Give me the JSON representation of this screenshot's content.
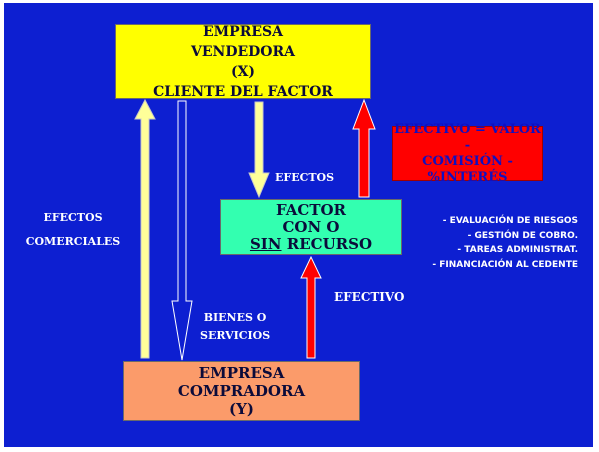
{
  "vendor": {
    "lines": [
      "EMPRESA",
      "VENDEDORA",
      "(X)",
      "CLIENTE DEL FACTOR"
    ]
  },
  "factor": {
    "line1": "FACTOR",
    "line2": "CON O",
    "line3_underlined": "SIN",
    "line3_rest": " RECURSO"
  },
  "buyer": {
    "lines": [
      "EMPRESA",
      "COMPRADORA",
      "(Y)"
    ]
  },
  "cash_box": {
    "lines": [
      "EFECTIVO = VALOR -",
      "COMISIÓN -",
      "%INTERÉS"
    ]
  },
  "labels": {
    "efectos_comerciales": [
      "EFECTOS",
      "COMERCIALES"
    ],
    "efectos": "EFECTOS",
    "bienes_servicios": [
      "BIENES O",
      "SERVICIOS"
    ],
    "efectivo": "EFECTIVO"
  },
  "factor_services": [
    "- EVALUACIÓN DE RIESGOS",
    "- GESTIÓN DE COBRO.",
    "- TAREAS ADMINISTRAT.",
    "- FINANCIACIÓN AL CEDENTE"
  ],
  "colors": {
    "background": "#0d1fd1",
    "vendor_box": "#ffff00",
    "factor_box": "#33ffb0",
    "buyer_box": "#fb9b6a",
    "cash_box": "#ff0000",
    "yellow_arrow": "#ffff99",
    "red_arrow": "#ff0000"
  },
  "arrows": [
    {
      "from": "buyer",
      "to": "vendor",
      "meaning": "efectos comerciales",
      "color": "yellow"
    },
    {
      "from": "vendor",
      "to": "buyer",
      "meaning": "bienes o servicios",
      "color": "white"
    },
    {
      "from": "vendor",
      "to": "factor",
      "meaning": "efectos",
      "color": "yellow"
    },
    {
      "from": "buyer",
      "to": "factor",
      "meaning": "efectivo",
      "color": "red"
    },
    {
      "from": "factor",
      "to": "vendor",
      "meaning": "efectivo neto",
      "color": "red"
    }
  ]
}
